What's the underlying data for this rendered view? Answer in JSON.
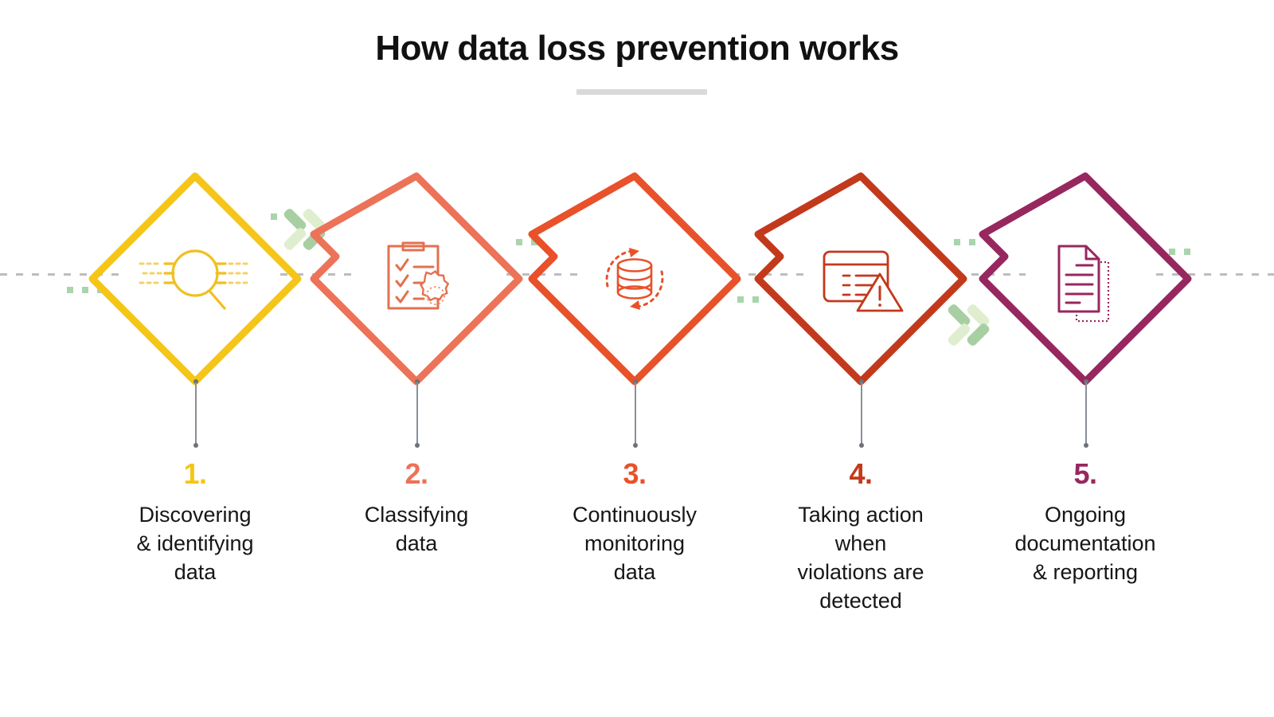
{
  "page": {
    "title": "How data loss prevention works",
    "background": "#ffffff",
    "text_color": "#161616"
  },
  "decor": {
    "title_rule_color": "#d9d9d9",
    "track_color": "#bdbdbd",
    "green_dot_color": "#a8d5ab",
    "stem_color": "#8a8f96",
    "chevron_dark": "#a8cfa2",
    "chevron_light": "#dfeecf"
  },
  "steps": [
    {
      "number": "1.",
      "caption": "Discovering\n& identifying\ndata",
      "color": "#F5C518",
      "icon": "magnifier-scan-icon",
      "notch": false
    },
    {
      "number": "2.",
      "caption": "Classifying\ndata",
      "color": "#EC7258",
      "icon": "clipboard-checklist-seal-icon",
      "notch": true
    },
    {
      "number": "3.",
      "caption": "Continuously\nmonitoring\ndata",
      "color": "#E8512A",
      "icon": "database-refresh-icon",
      "notch": true
    },
    {
      "number": "4.",
      "caption": "Taking action\nwhen\nviolations are\ndetected",
      "color": "#C3391B",
      "icon": "window-alert-icon",
      "notch": true
    },
    {
      "number": "5.",
      "caption": "Ongoing\ndocumentation\n& reporting",
      "color": "#97275F",
      "icon": "document-copy-icon",
      "notch": true
    }
  ],
  "chart_data": {
    "type": "diagram",
    "title": "How data loss prevention works",
    "layout": "horizontal 5-step diamond process flow",
    "step_count": 5,
    "steps": [
      {
        "order": 1,
        "label": "Discovering & identifying data",
        "color": "#F5C518",
        "icon": "magnifier-scan-icon"
      },
      {
        "order": 2,
        "label": "Classifying data",
        "color": "#EC7258",
        "icon": "clipboard-checklist-seal-icon"
      },
      {
        "order": 3,
        "label": "Continuously monitoring data",
        "color": "#E8512A",
        "icon": "database-refresh-icon"
      },
      {
        "order": 4,
        "label": "Taking action when violations are detected",
        "color": "#C3391B",
        "icon": "window-alert-icon"
      },
      {
        "order": 5,
        "label": "Ongoing documentation & reporting",
        "color": "#97275F",
        "icon": "document-copy-icon"
      }
    ],
    "connectors": [
      "dashed-gray-track",
      "green-double-chevron",
      "green-dots"
    ]
  }
}
